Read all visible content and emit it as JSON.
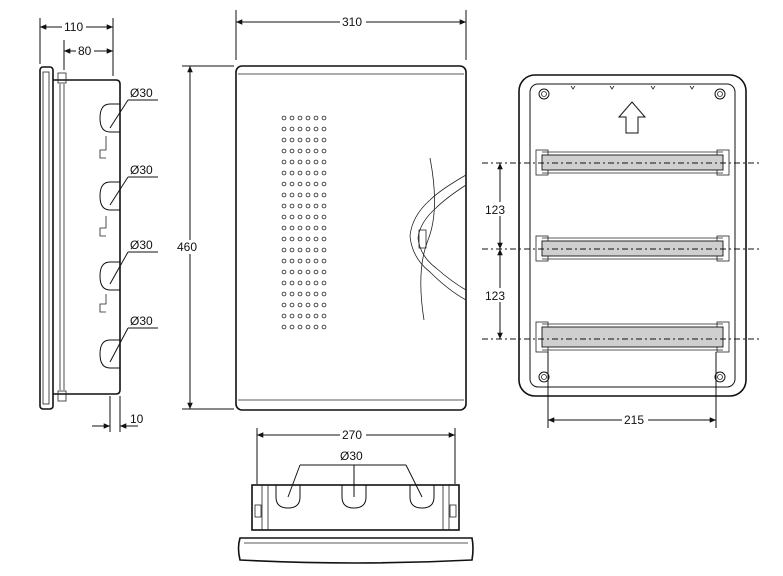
{
  "dimensions": {
    "side_depth": "110",
    "side_inner_depth": "80",
    "front_width": "310",
    "front_height": "460",
    "bottom_width": "270",
    "rear_rail_span": "215",
    "rail_pitch_1": "123",
    "rail_pitch_2": "123",
    "lip": "10"
  },
  "knockouts": {
    "side_1": "Ø30",
    "side_2": "Ø30",
    "side_3": "Ø30",
    "side_4": "Ø30",
    "bottom": "Ø30"
  },
  "colors": {
    "line": "#111111",
    "rail_fill": "#cfcfcf",
    "background": "#ffffff"
  }
}
